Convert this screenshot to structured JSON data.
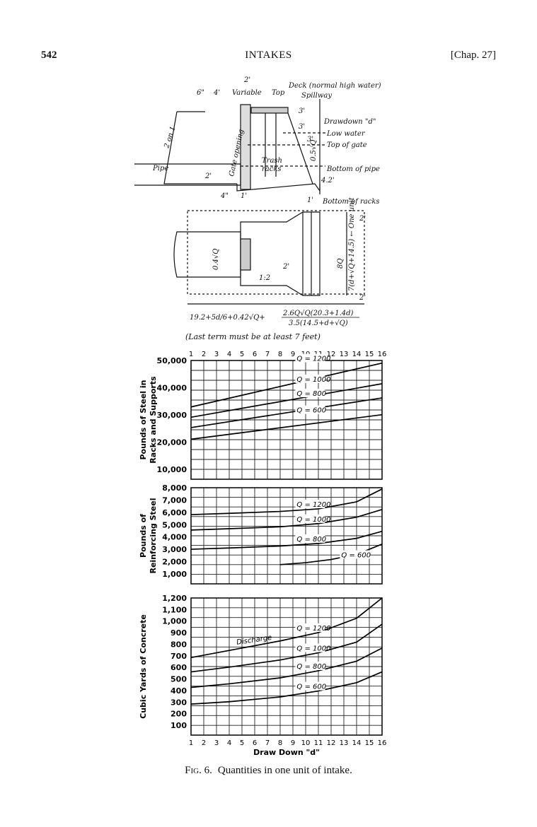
{
  "header": {
    "page_number": "542",
    "chapter_title": "INTAKES",
    "chapter_ref": "[Chap. 27]"
  },
  "drawing": {
    "labels": {
      "dim_top": "2'",
      "dim_6": "6\"",
      "dim_4": "4'",
      "variable": "Variable",
      "top": "Top",
      "deck": "Deck (normal high water)",
      "spillway": "Spillway",
      "slope": "2 on 1",
      "gate_opening": "Gate opening",
      "drawdown": "Drawdown \"d\"",
      "low_water": "Low water",
      "top_of_gate": "Top of gate",
      "trash_racks_1": "Trash",
      "trash_racks_2": "racks",
      "pipe": "Pipe",
      "dim_2_left": "2'",
      "dim_4_bottom": "4\"",
      "dim_1": "1'",
      "v_05q": "0.5√Q",
      "bottom_of_pipe": "Bottom of pipe",
      "dim_42": "4.2'",
      "dim_1_right": "1'",
      "bottom_of_racks": "Bottom of racks",
      "dim_3a": "3'",
      "dim_3b": "3'",
      "dim_3c": "3'",
      "v_04q": "0.4√Q",
      "slope_12": "1:2",
      "dim_2_plan": "2'",
      "v_8q": "8Q",
      "v_unit": "7(d+√Q+14.5) ← One unit",
      "dim_2_plan_top": "2'",
      "dim_2_plan_bot": "2'",
      "formula_main": "19.2+5d/6+0.42√Q+",
      "formula_frac_num": "2.6Q√Q(20.3+1.4d)",
      "formula_frac_den": "3.5(14.5+d+√Q)",
      "note": "(Last term must be at least 7 feet)"
    }
  },
  "chart_data": [
    {
      "type": "line",
      "ylabel_1": "Pounds of Steel in",
      "ylabel_2": "Racks and Supports",
      "xticks": [
        "1",
        "2",
        "3",
        "4",
        "5",
        "6",
        "7",
        "8",
        "9",
        "10",
        "11",
        "12",
        "13",
        "14",
        "15",
        "16"
      ],
      "yticks": [
        "50,000",
        "40,000",
        "30,000",
        "20,000",
        "10,000"
      ],
      "ylim": [
        4000,
        50000
      ],
      "xlim": [
        1,
        16
      ],
      "grid": true,
      "series": [
        {
          "name": "Q = 1200",
          "x": [
            1,
            16
          ],
          "y": [
            32000,
            49000
          ]
        },
        {
          "name": "Q = 1000",
          "x": [
            1,
            16
          ],
          "y": [
            28000,
            41000
          ]
        },
        {
          "name": "Q = 800",
          "x": [
            1,
            16
          ],
          "y": [
            24000,
            35500
          ]
        },
        {
          "name": "Q = 600",
          "x": [
            1,
            16
          ],
          "y": [
            19500,
            29000
          ]
        }
      ]
    },
    {
      "type": "line",
      "ylabel_1": "Pounds of",
      "ylabel_2": "Reinforcing Steel",
      "xticks": [],
      "yticks": [
        "8,000",
        "7,000",
        "6,000",
        "5,000",
        "4,000",
        "3,000",
        "2,000",
        "1,000"
      ],
      "ylim": [
        500,
        8000
      ],
      "xlim": [
        1,
        16
      ],
      "grid": true,
      "series": [
        {
          "name": "Q = 1200",
          "x": [
            1,
            4,
            8,
            11,
            14,
            16
          ],
          "y": [
            5900,
            6000,
            6150,
            6350,
            6900,
            7900
          ]
        },
        {
          "name": "Q = 1000",
          "x": [
            1,
            4,
            8,
            11,
            14,
            16
          ],
          "y": [
            4700,
            4800,
            4950,
            5200,
            5700,
            6300
          ]
        },
        {
          "name": "Q = 800",
          "x": [
            1,
            4,
            8,
            11,
            14,
            16
          ],
          "y": [
            3200,
            3300,
            3450,
            3650,
            4050,
            4600
          ]
        },
        {
          "name": "Q = 600",
          "x": [
            8,
            10,
            12,
            14,
            16
          ],
          "y": [
            2000,
            2150,
            2400,
            2800,
            3600
          ]
        }
      ]
    },
    {
      "type": "line",
      "ylabel_1": "Cubic Yards of Concrete",
      "ylabel_2": "",
      "xticks": [
        "1",
        "2",
        "3",
        "4",
        "5",
        "6",
        "7",
        "8",
        "9",
        "10",
        "11",
        "12",
        "13",
        "14",
        "15",
        "16"
      ],
      "yticks": [
        "1,200",
        "1,100",
        "1,000",
        "900",
        "800",
        "700",
        "600",
        "500",
        "400",
        "300",
        "200",
        "100"
      ],
      "ylim": [
        50,
        1200
      ],
      "xlim": [
        1,
        16
      ],
      "xlabel": "Draw Down \"d\"",
      "grid": true,
      "annotation": "Discharge",
      "series": [
        {
          "name": "Q = 1200",
          "x": [
            1,
            4,
            8,
            11,
            14,
            16
          ],
          "y": [
            700,
            760,
            840,
            910,
            1030,
            1200
          ]
        },
        {
          "name": "Q = 1000",
          "x": [
            1,
            4,
            8,
            11,
            14,
            16
          ],
          "y": [
            580,
            620,
            680,
            740,
            830,
            980
          ]
        },
        {
          "name": "Q = 800",
          "x": [
            1,
            4,
            8,
            11,
            14,
            16
          ],
          "y": [
            450,
            480,
            530,
            590,
            670,
            780
          ]
        },
        {
          "name": "Q = 600",
          "x": [
            1,
            4,
            8,
            11,
            14,
            16
          ],
          "y": [
            310,
            330,
            370,
            420,
            490,
            580
          ]
        }
      ]
    }
  ],
  "caption": {
    "fig_num": "Fig. 6.",
    "text": "Quantities in one unit of intake."
  }
}
